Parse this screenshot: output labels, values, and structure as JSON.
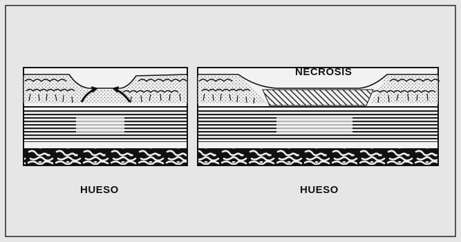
{
  "figure": {
    "colors": {
      "background": "#e6e6e6",
      "ink": "#111111",
      "paper": "#f2f2f2"
    },
    "left_panel": {
      "label": "HUESO"
    },
    "right_panel": {
      "top_label": "NECROSIS",
      "label": "HUESO"
    }
  }
}
